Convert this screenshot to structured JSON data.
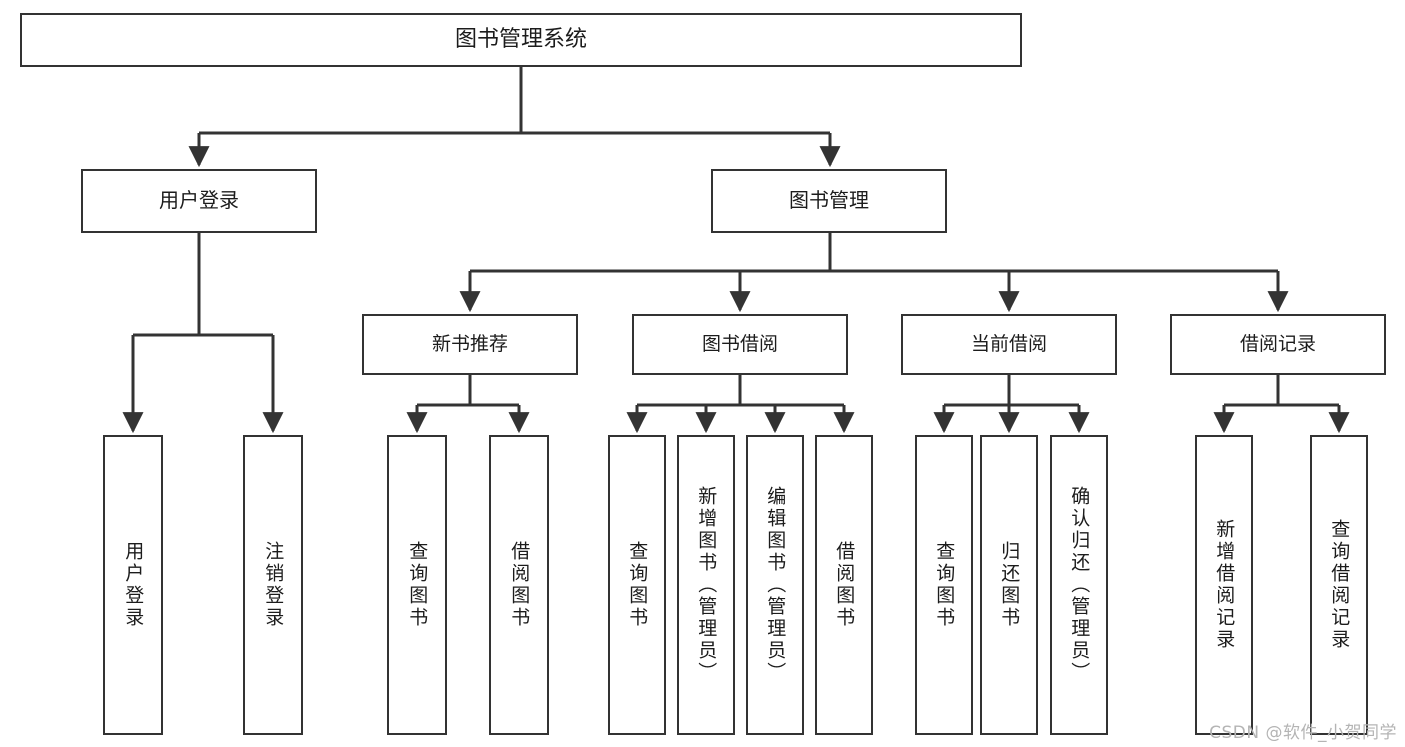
{
  "diagram": {
    "type": "tree",
    "title": "图书管理系统",
    "watermark": "CSDN @软件_小贺同学",
    "colors": {
      "border": "#333333",
      "background": "#ffffff",
      "text": "#1c1c1c",
      "connector": "#333333",
      "watermark": "#b4b4b4"
    },
    "nodes": {
      "root": "图书管理系统",
      "level1": [
        "用户登录",
        "图书管理"
      ],
      "level2": [
        "新书推荐",
        "图书借阅",
        "当前借阅",
        "借阅记录"
      ],
      "leaves": {
        "user_login": [
          "用户登录",
          "注销登录"
        ],
        "new_book": [
          "查询图书",
          "借阅图书"
        ],
        "book_borrow": [
          "查询图书",
          "新增图书（管理员）",
          "编辑图书（管理员）",
          "借阅图书"
        ],
        "current_borrow": [
          "查询图书",
          "归还图书",
          "确认归还（管理员）"
        ],
        "borrow_record": [
          "新增借阅记录",
          "查询借阅记录"
        ]
      }
    }
  }
}
